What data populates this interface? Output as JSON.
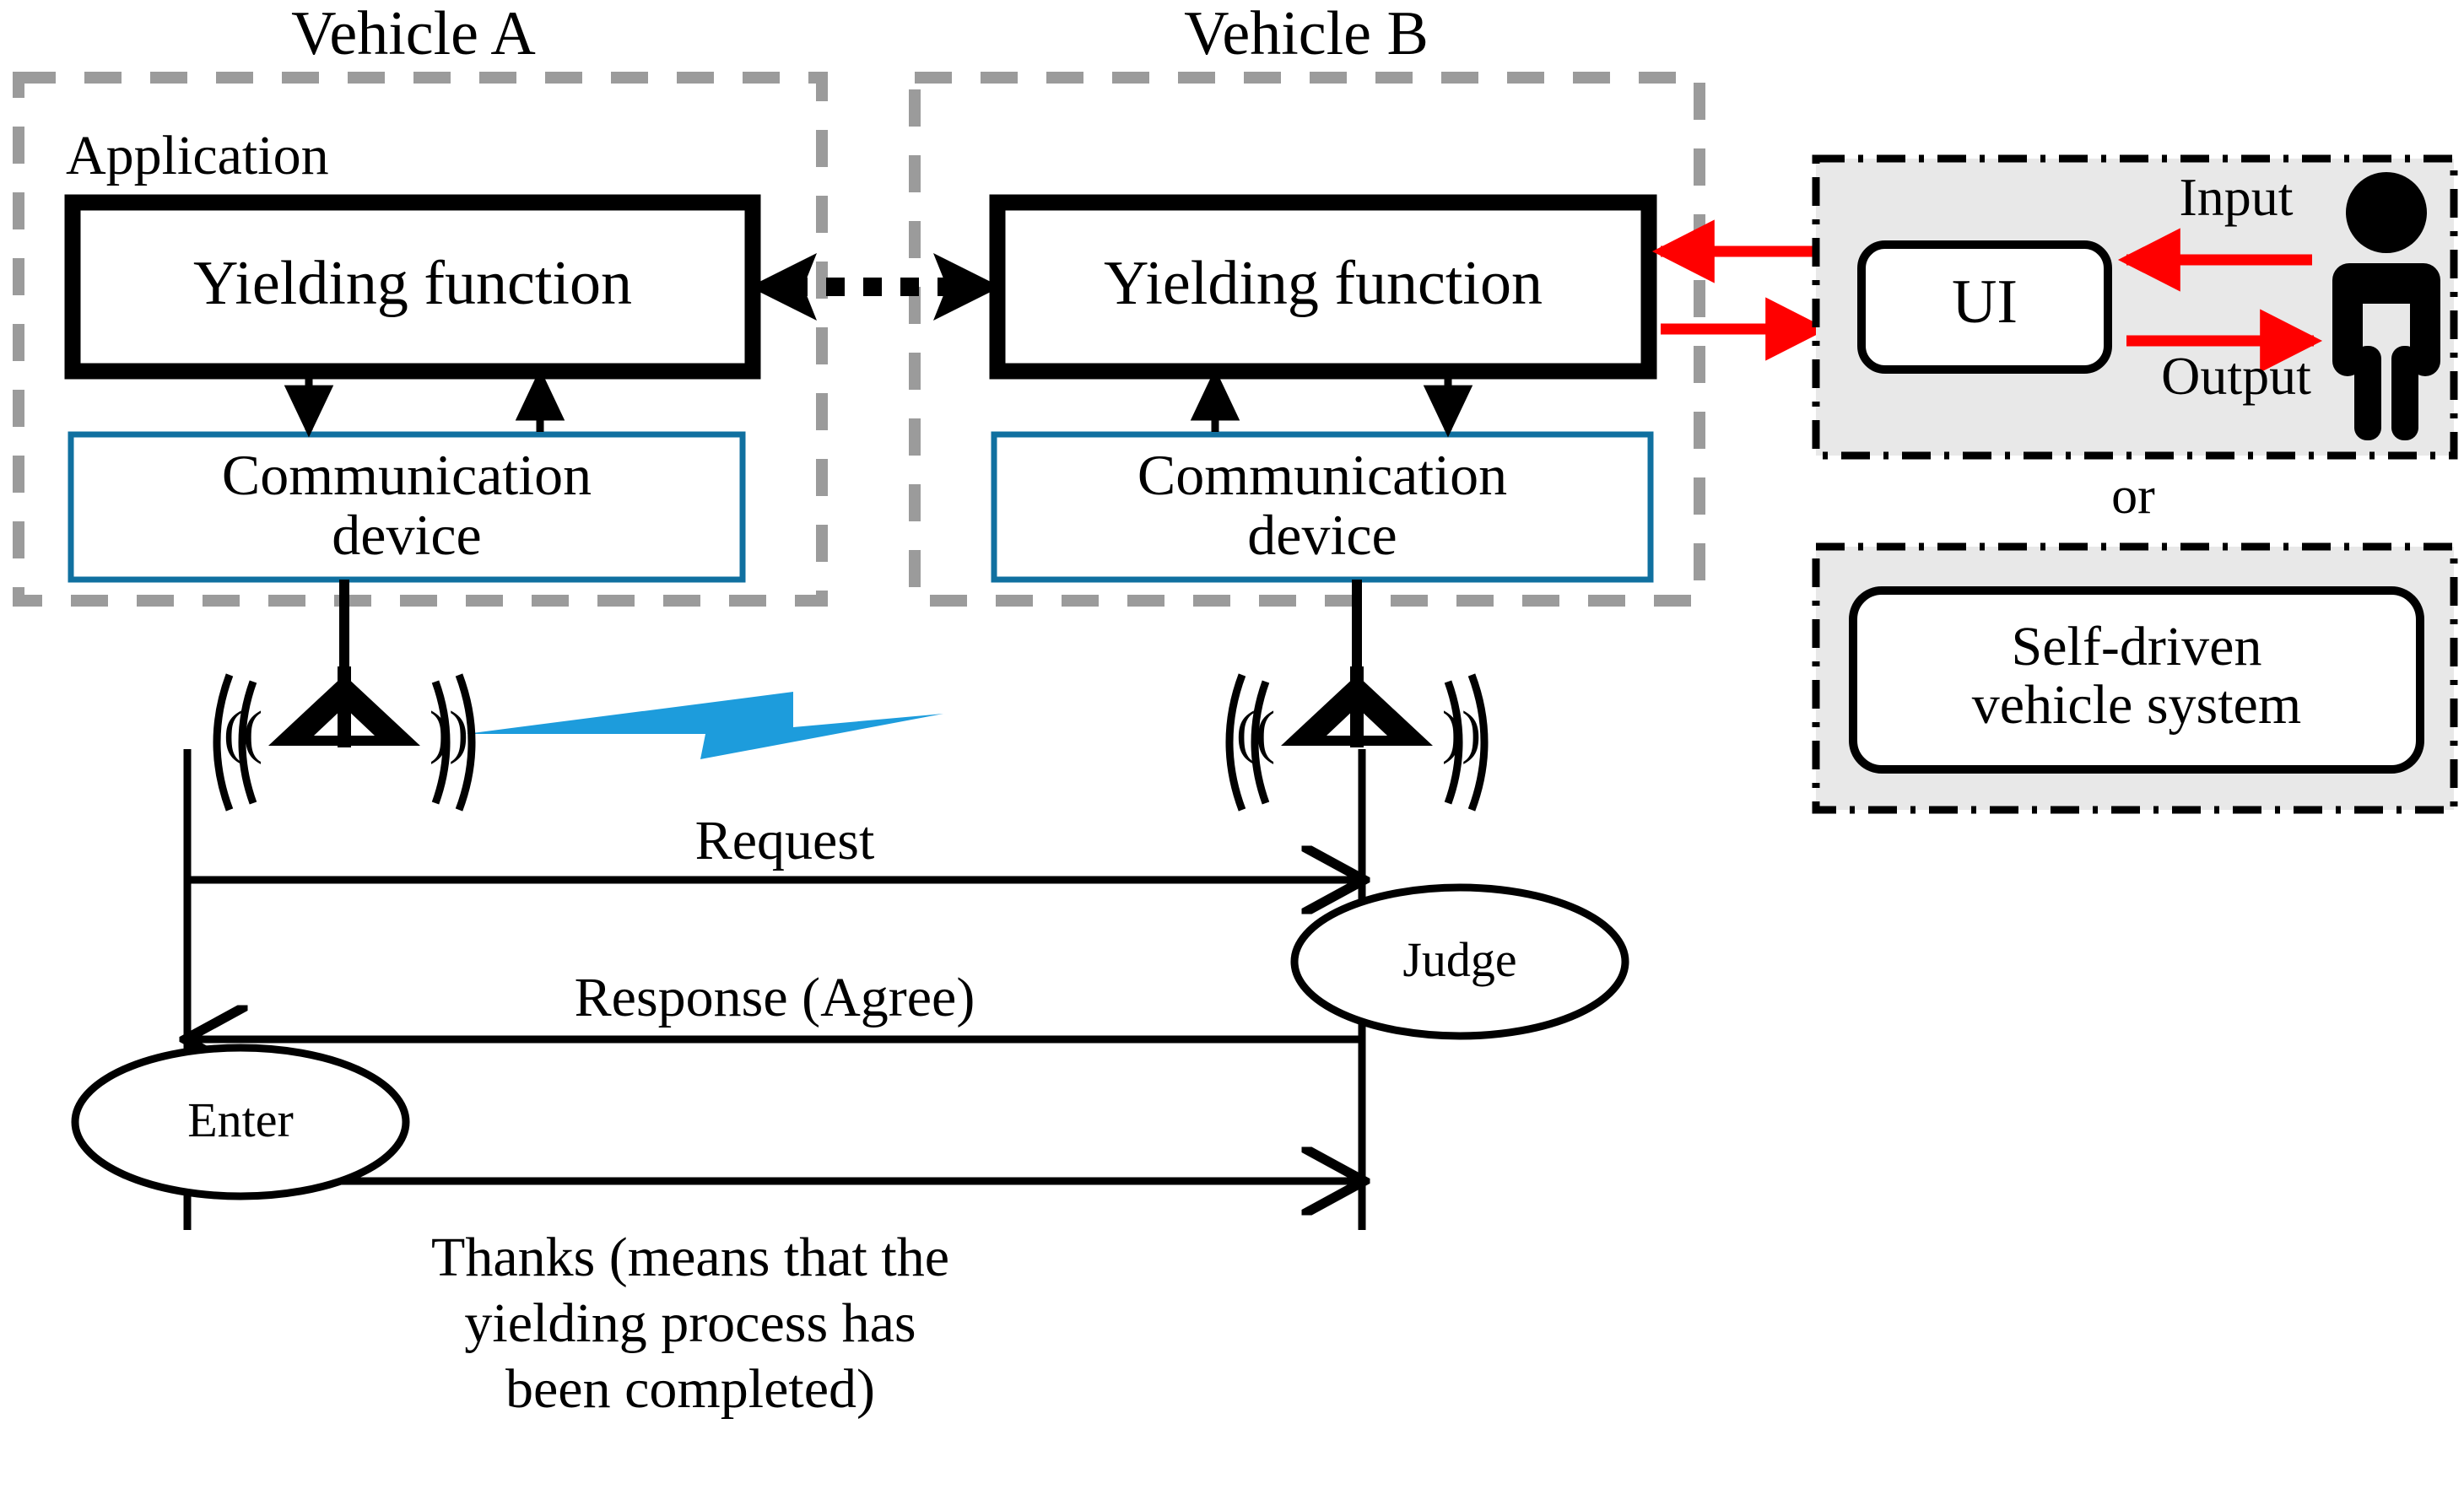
{
  "diagram": {
    "title_a": "Vehicle A",
    "title_b": "Vehicle B",
    "application_label": "Application",
    "colors": {
      "vehicle_border": "#9b9b9b",
      "comm_border": "#1070a0",
      "lightning": "#1d9cdc",
      "red_arrow": "#ff0000",
      "panel_fill": "#e8e8e8",
      "stroke": "#000000"
    }
  },
  "vehicle_a": {
    "yielding_function": "Yielding function",
    "communication_device": "Communication\ndevice",
    "antenna_left": "((",
    "antenna_right": "))"
  },
  "vehicle_b": {
    "yielding_function": "Yielding function",
    "communication_device": "Communication\ndevice",
    "antenna_left": "((",
    "antenna_right": "))"
  },
  "operator_panel": {
    "ui_label": "UI",
    "input_label": "Input",
    "output_label": "Output",
    "or_label": "or",
    "self_driven_label": "Self-driven\nvehicle system"
  },
  "sequence": {
    "messages": [
      {
        "label": "Request",
        "direction": "a-to-b"
      },
      {
        "label": "Response (Agree)",
        "direction": "b-to-a"
      },
      {
        "label": "",
        "direction": "a-to-b"
      }
    ],
    "nodes": [
      {
        "label": "Judge",
        "on": "b"
      },
      {
        "label": "Enter",
        "on": "a"
      }
    ],
    "footer_note": "Thanks (means that the\nyielding process has\nbeen completed)"
  }
}
